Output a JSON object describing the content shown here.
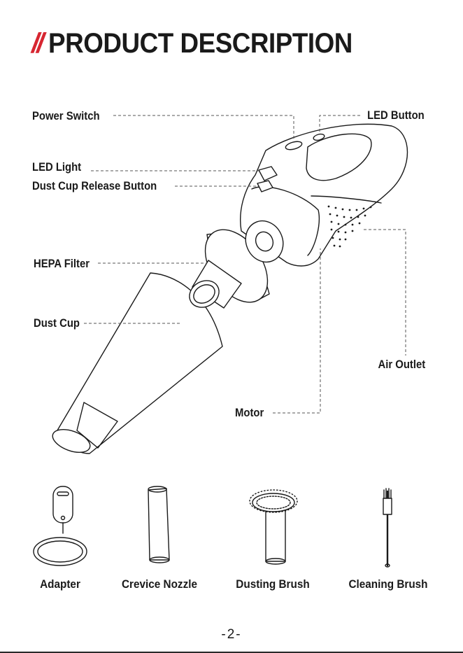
{
  "header": {
    "slashes": "//",
    "title": "PRODUCT DESCRIPTION"
  },
  "parts": {
    "power_switch": "Power Switch",
    "led_button": "LED Button",
    "led_light": "LED Light",
    "dust_cup_release": "Dust Cup Release Button",
    "hepa_filter": "HEPA Filter",
    "dust_cup": "Dust Cup",
    "air_outlet": "Air Outlet",
    "motor": "Motor"
  },
  "accessories": [
    {
      "label": "Adapter",
      "icon": "adapter-icon"
    },
    {
      "label": "Crevice Nozzle",
      "icon": "crevice-nozzle-icon"
    },
    {
      "label": "Dusting Brush",
      "icon": "dusting-brush-icon"
    },
    {
      "label": "Cleaning Brush",
      "icon": "cleaning-brush-icon"
    }
  ],
  "footer": {
    "page_number": "-2-"
  },
  "colors": {
    "accent": "#d72631",
    "ink": "#1a1a1a"
  }
}
